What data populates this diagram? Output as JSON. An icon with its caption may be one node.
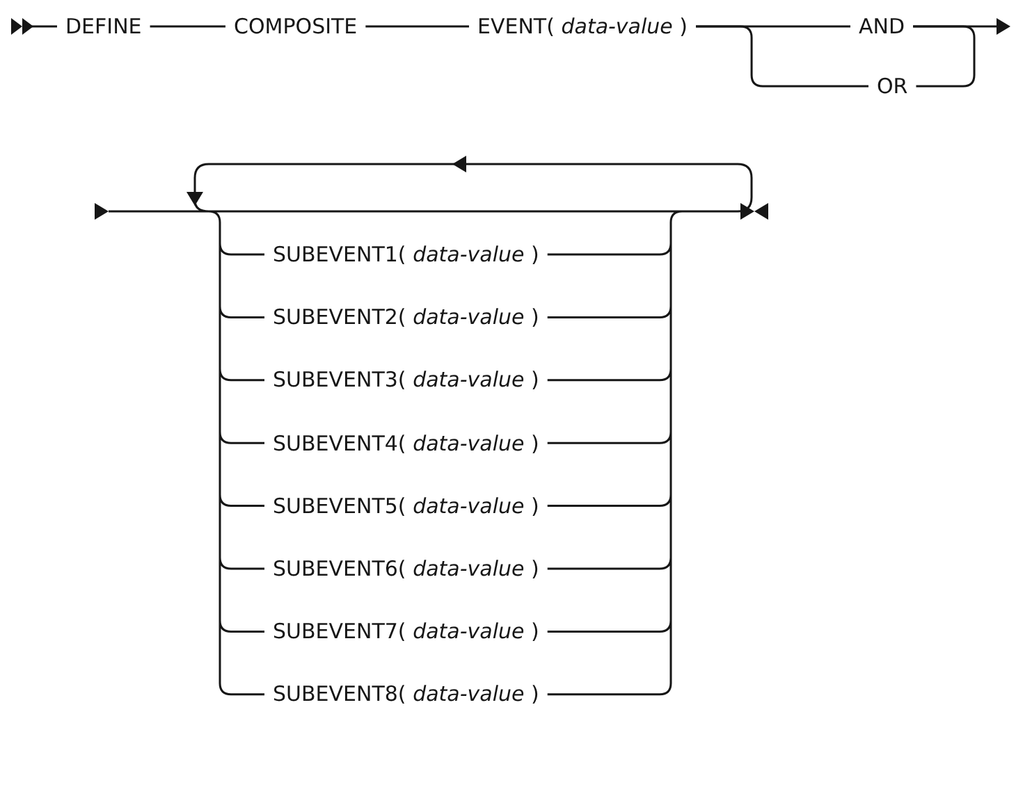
{
  "diagram": {
    "nodes": [
      {
        "text": [
          "DEFINE"
        ]
      },
      {
        "text": [
          "COMPOSITE"
        ]
      },
      {
        "text": [
          "EVENT( *data-value* )"
        ]
      },
      {
        "text": [
          "AND"
        ]
      },
      {
        "text": [
          "OR"
        ]
      },
      {
        "text": [
          "SUBEVENT1( *data-value* )"
        ]
      },
      {
        "text": [
          "SUBEVENT2( *data-value* )"
        ]
      },
      {
        "text": [
          "SUBEVENT3( *data-value* )"
        ]
      },
      {
        "text": [
          "SUBEVENT4( *data-value* )"
        ]
      },
      {
        "text": [
          "SUBEVENT5( *data-value* )"
        ]
      },
      {
        "text": [
          "SUBEVENT6( *data-value* )"
        ]
      },
      {
        "text": [
          "SUBEVENT7( *data-value* )"
        ]
      },
      {
        "text": [
          "SUBEVENT8( *data-value* )"
        ]
      }
    ],
    "edges": [
      {
        "from": 0,
        "to": 1,
        "arrow": "none"
      },
      {
        "from": 1,
        "to": 2,
        "arrow": "none"
      },
      {
        "from": 2,
        "to": 3,
        "arrow": "none"
      },
      {
        "from": 2,
        "to": 4,
        "arrow": "none"
      },
      {
        "from": 4,
        "to": 3,
        "arrow": "none"
      }
    ]
  }
}
